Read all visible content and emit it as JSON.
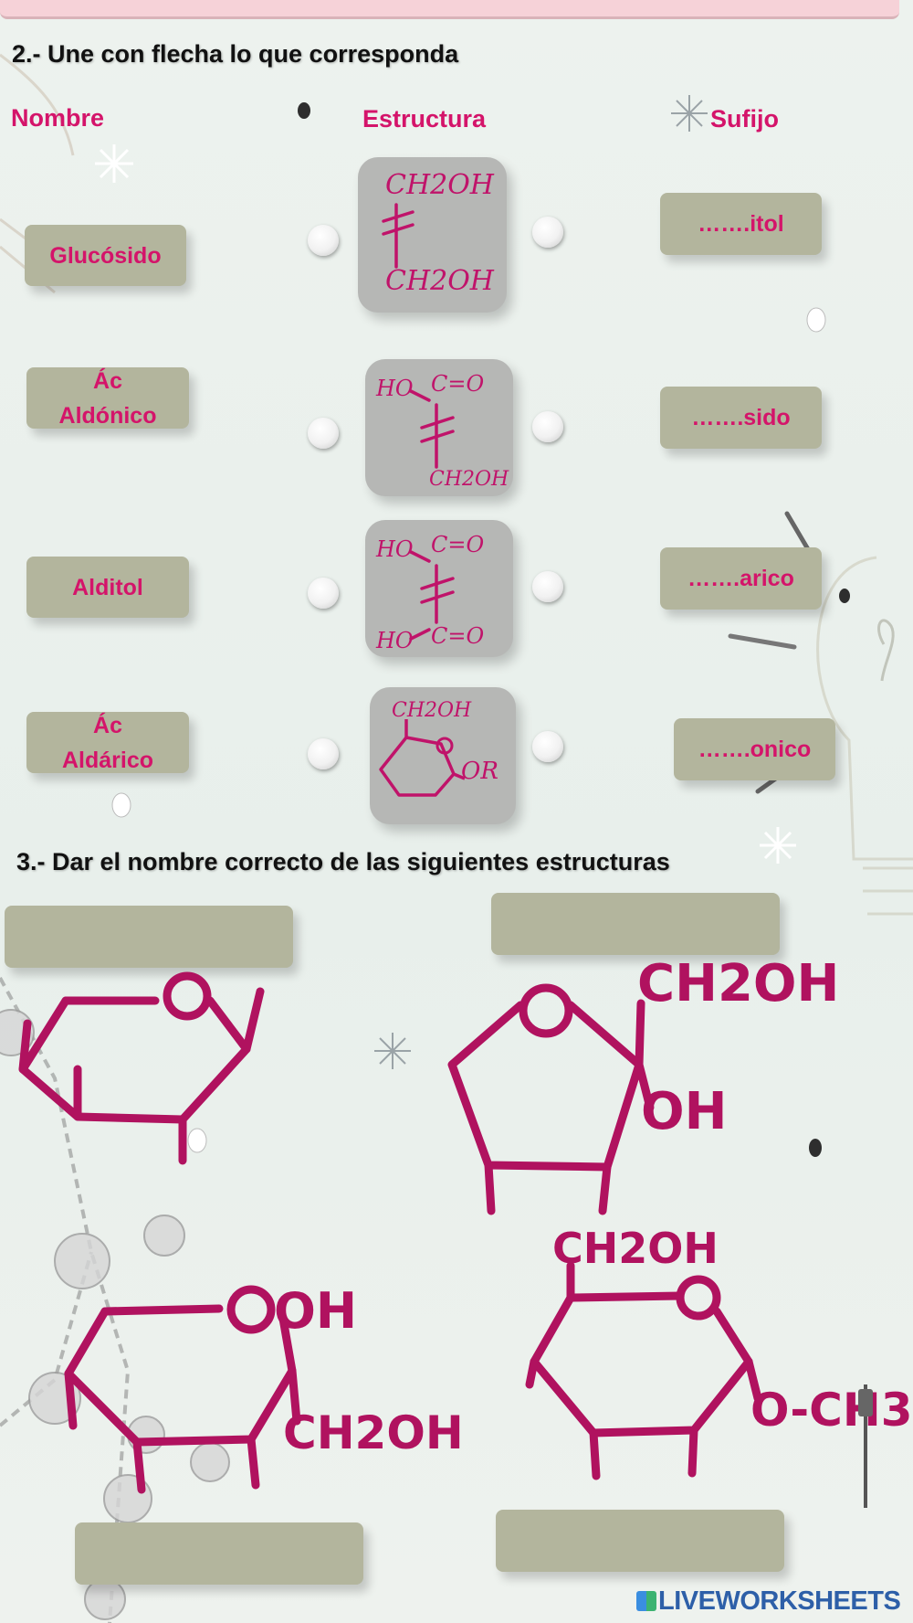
{
  "section2": {
    "heading": "2.- Une con flecha lo que corresponda",
    "col_nombre": "Nombre",
    "col_estructura": "Estructura",
    "col_sufijo": "Sufijo",
    "nombres": [
      "Glucósido",
      "Ác\nAldónico",
      "Alditol",
      "Ác\nAldárico"
    ],
    "sufijos": [
      "…….itol",
      "…….sido",
      "…….arico",
      "…….onico"
    ],
    "structures": [
      {
        "icon": "dialcohol-structure-icon",
        "labels": [
          "CH2OH",
          "CH2OH"
        ]
      },
      {
        "icon": "aldonic-acid-structure-icon",
        "labels": [
          "HO",
          "C=O",
          "CH2OH"
        ]
      },
      {
        "icon": "aldaric-acid-structure-icon",
        "labels": [
          "HO",
          "C=O",
          "HO",
          "C=O"
        ]
      },
      {
        "icon": "glycoside-ring-structure-icon",
        "labels": [
          "CH2OH",
          "OR"
        ]
      }
    ]
  },
  "section3": {
    "heading": "3.- Dar el nombre correcto de las siguientes estructuras",
    "answers": [
      "",
      "",
      "",
      ""
    ],
    "structures": [
      {
        "icon": "pyranose-ring-icon",
        "labels": []
      },
      {
        "icon": "furanose-ring-icon",
        "labels": [
          "CH2OH",
          "OH"
        ]
      },
      {
        "icon": "pyranose-oh-ring-icon",
        "labels": [
          "OH",
          "CH2OH"
        ]
      },
      {
        "icon": "methyl-glycoside-ring-icon",
        "labels": [
          "CH2OH",
          "O-CH3"
        ]
      }
    ]
  },
  "footer": {
    "logo_text": "LIVEWORKSHEETS"
  },
  "colors": {
    "accent": "#d4146a",
    "ink": "#b0125f",
    "box": "#b3b59d",
    "struct_bg": "#b6b7b5"
  }
}
